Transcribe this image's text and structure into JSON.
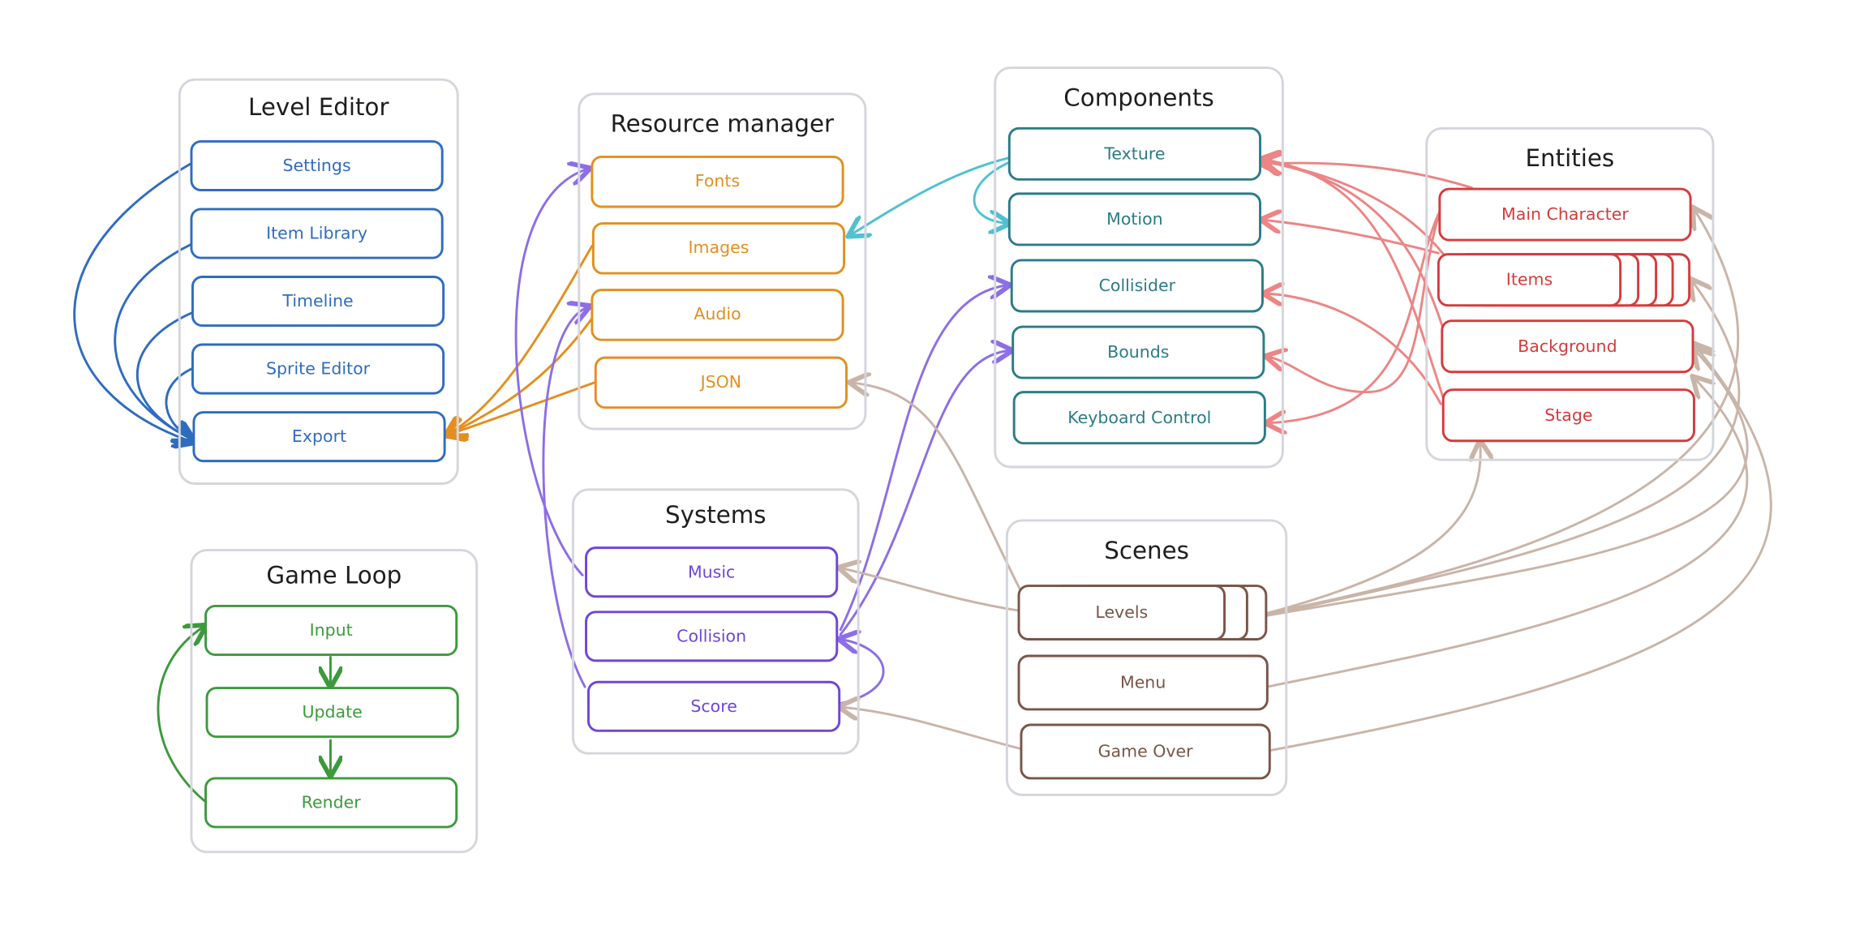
{
  "colors": {
    "blue": "#2f6cc0",
    "orange": "#e38f20",
    "teal": "#2b7c86",
    "red": "#d63b3b",
    "purple": "#6f47d6",
    "brown": "#7a5548",
    "green": "#3c9a3c",
    "group_border": "#d4d6dc"
  },
  "groups": {
    "level_editor": {
      "title": "Level Editor",
      "items": [
        "Settings",
        "Item Library",
        "Timeline",
        "Sprite Editor",
        "Export"
      ]
    },
    "game_loop": {
      "title": "Game Loop",
      "items": [
        "Input",
        "Update",
        "Render"
      ]
    },
    "resource_manager": {
      "title": "Resource manager",
      "items": [
        "Fonts",
        "Images",
        "Audio",
        "JSON"
      ]
    },
    "systems": {
      "title": "Systems",
      "items": [
        "Music",
        "Collision",
        "Score"
      ]
    },
    "components": {
      "title": "Components",
      "items": [
        "Texture",
        "Motion",
        "Collisider",
        "Bounds",
        "Keyboard Control"
      ]
    },
    "entities": {
      "title": "Entities",
      "items": [
        "Main Character",
        "Items",
        "Background",
        "Stage"
      ]
    },
    "scenes": {
      "title": "Scenes",
      "items": [
        "Levels",
        "Menu",
        "Game Over"
      ]
    }
  }
}
